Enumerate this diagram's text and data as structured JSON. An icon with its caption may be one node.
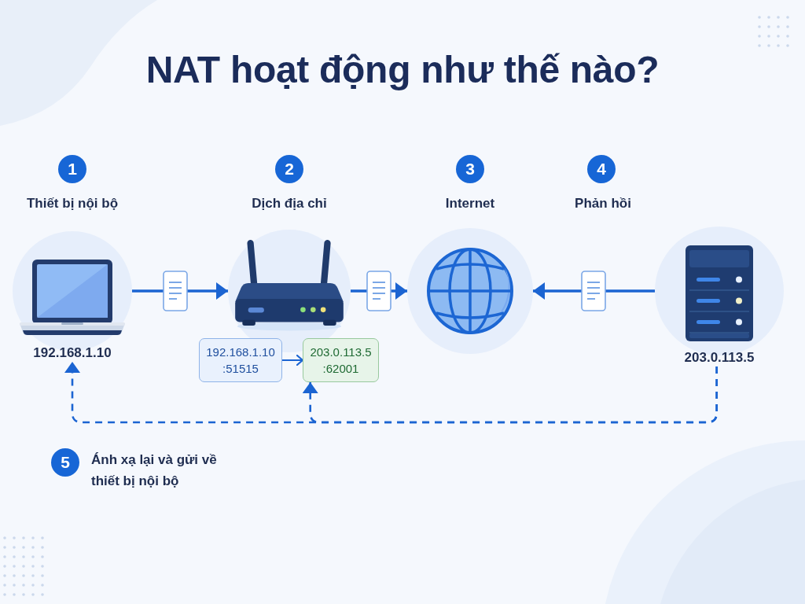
{
  "diagram": {
    "title": "NAT hoạt động như thế nào?",
    "nodes": [
      {
        "text": [
          "Thiết bị nội bộ",
          "192.168.1.10"
        ],
        "beside": [
          "1"
        ]
      },
      {
        "text": [
          "Dịch địa chỉ"
        ],
        "beside": [
          "2"
        ]
      },
      {
        "text": [
          "Internet"
        ],
        "beside": [
          "3"
        ]
      },
      {
        "text": [
          "203.0.113.5"
        ]
      },
      {
        "text": [
          "192.168.1.10 :51515"
        ]
      },
      {
        "text": [
          "203.0.113.5 :62001"
        ]
      }
    ],
    "edges": [
      {
        "from": 0,
        "to": 1,
        "arrow": "to"
      },
      {
        "from": 1,
        "to": 2,
        "arrow": "to"
      },
      {
        "from": 3,
        "to": 2,
        "arrow": "to"
      },
      {
        "from": 4,
        "to": 5,
        "arrow": "to"
      },
      {
        "from": 3,
        "to": 5,
        "arrow": "to",
        "style": "dashed"
      },
      {
        "from": 3,
        "to": 0,
        "arrow": "to",
        "style": "dashed"
      }
    ],
    "labels": [
      "4",
      "Phản hồi",
      "5",
      "Ánh xạ lại và gửi về thiết bị nội bộ"
    ]
  }
}
